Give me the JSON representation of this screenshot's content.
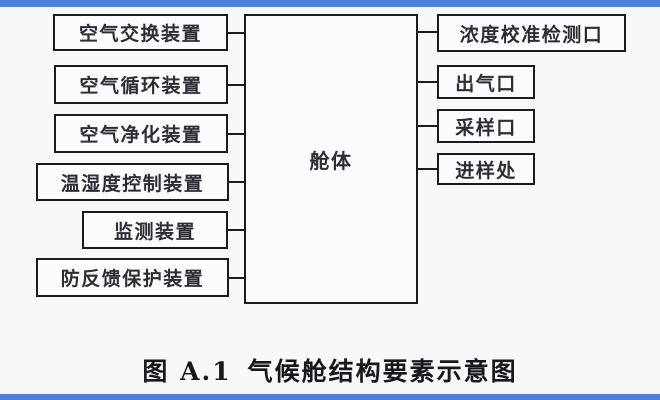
{
  "page": {
    "background": "#f7f8fa",
    "accent_bar_color": "#4f80d8"
  },
  "diagram": {
    "center": {
      "label": "舱体"
    },
    "left_boxes": [
      {
        "label": "空气交换装置"
      },
      {
        "label": "空气循环装置"
      },
      {
        "label": "空气净化装置"
      },
      {
        "label": "温湿度控制装置"
      },
      {
        "label": "监测装置"
      },
      {
        "label": "防反馈保护装置"
      }
    ],
    "right_boxes": [
      {
        "label": "浓度校准检测口"
      },
      {
        "label": "出气口"
      },
      {
        "label": "采样口"
      },
      {
        "label": "进样处"
      }
    ]
  },
  "caption": {
    "figure_number": "图 A.1",
    "title": "气候舱结构要素示意图"
  }
}
